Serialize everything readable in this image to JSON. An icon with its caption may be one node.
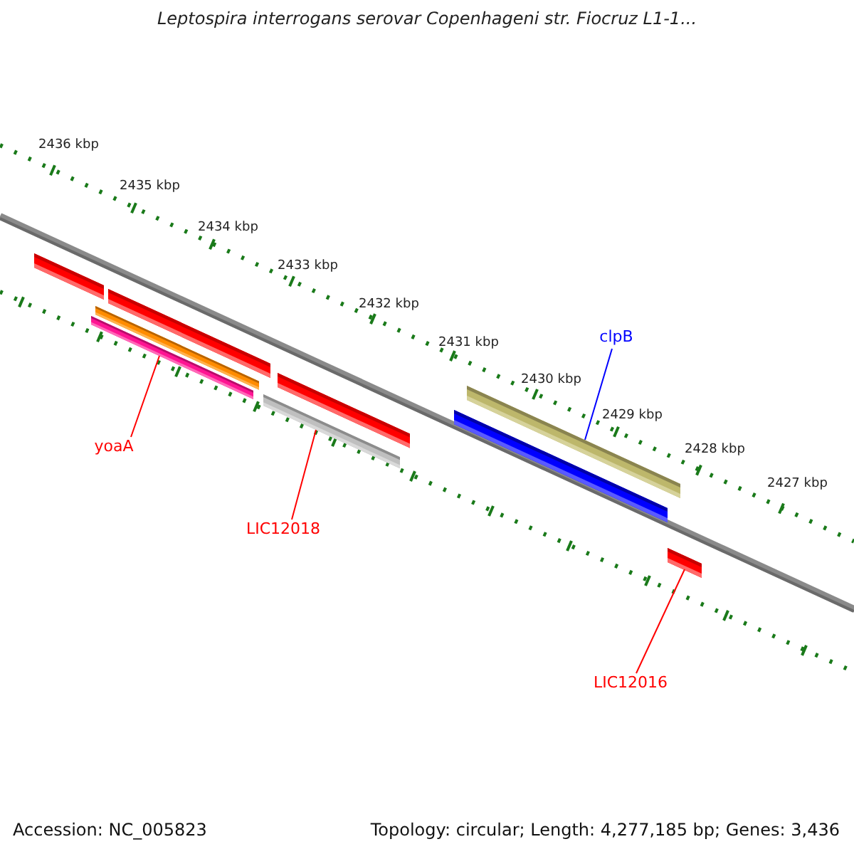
{
  "diagram": {
    "title": "Leptospira interrogans serovar Copenhageni str. Fiocruz L1-1...",
    "nodes": [
      {
        "text": [],
        "shape": "bar"
      },
      {
        "text": [],
        "shape": "bar"
      },
      {
        "text": [],
        "shape": "bar"
      },
      {
        "text": [],
        "shape": "bar"
      },
      {
        "text": [],
        "shape": "bar"
      },
      {
        "text": [],
        "shape": "bar"
      },
      {
        "text": [],
        "shape": "bar"
      },
      {
        "text": [],
        "shape": "bar"
      },
      {
        "text": [],
        "shape": "bar"
      },
      {
        "text": [
          "clpB"
        ]
      },
      {
        "text": [
          "yoaA"
        ]
      },
      {
        "text": [
          "LIC12018"
        ]
      },
      {
        "text": [
          "LIC12016"
        ]
      }
    ],
    "edges": [
      {
        "from": 9,
        "to": 6,
        "arrow": "none",
        "color": "#0000ff"
      },
      {
        "from": 10,
        "to": 3,
        "arrow": "none"
      },
      {
        "from": 11,
        "to": 5,
        "arrow": "none"
      },
      {
        "from": 12,
        "to": 8,
        "arrow": "none"
      }
    ],
    "labels": [
      "2436 kbp",
      "2435 kbp",
      "2434 kbp",
      "2433 kbp",
      "2432 kbp",
      "2431 kbp",
      "2430 kbp",
      "2429 kbp",
      "2428 kbp",
      "2427 kbp",
      "Accession: NC_005823",
      "Topology: circular; Length: 4,277,185 bp; Genes: 3,436"
    ]
  }
}
